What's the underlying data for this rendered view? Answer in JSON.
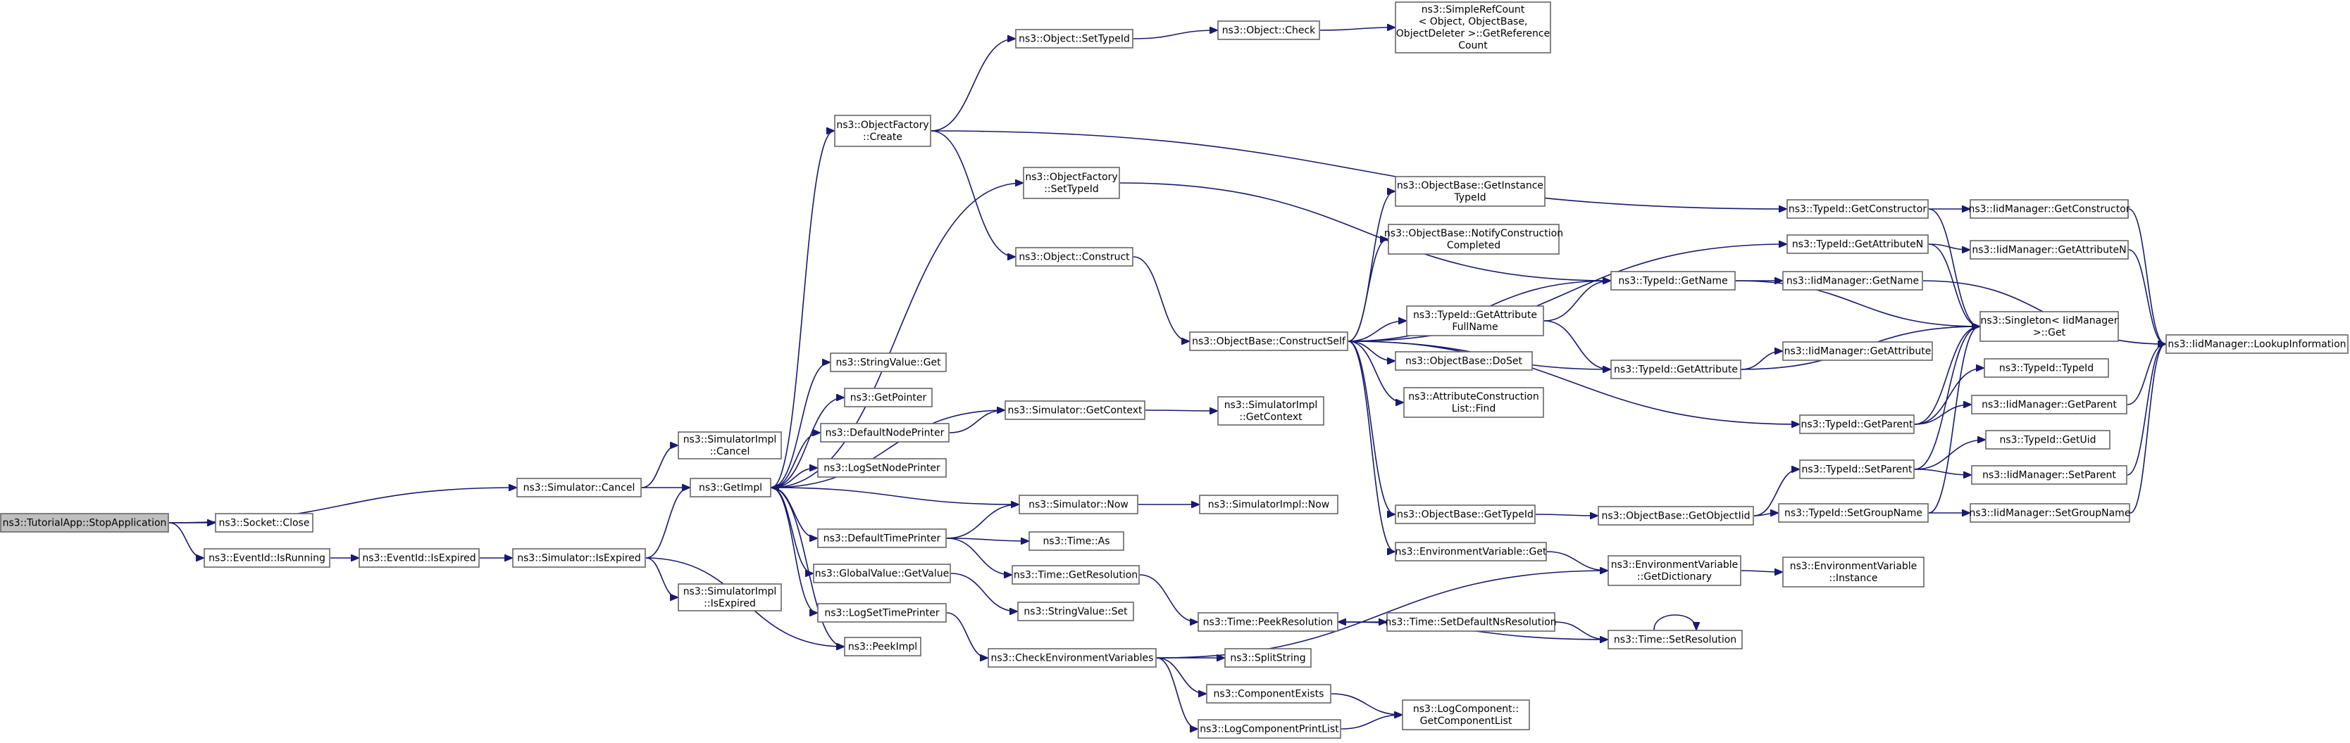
{
  "diagram": {
    "type": "call-graph",
    "root": "ns3::TutorialApp::StopApplication",
    "colors": {
      "edge": "#191970",
      "node_border": "#666666",
      "root_fill": "#bfbfbf",
      "node_fill": "#ffffff"
    },
    "nodes": [
      {
        "id": "stopapp",
        "lines": [
          "ns3::TutorialApp::StopApplication"
        ],
        "root": true
      },
      {
        "id": "socketclose",
        "lines": [
          "ns3::Socket::Close"
        ]
      },
      {
        "id": "eventisrunning",
        "lines": [
          "ns3::EventId::IsRunning"
        ]
      },
      {
        "id": "eventisexpired",
        "lines": [
          "ns3::EventId::IsExpired"
        ]
      },
      {
        "id": "simcancel",
        "lines": [
          "ns3::Simulator::Cancel"
        ]
      },
      {
        "id": "simisexpired",
        "lines": [
          "ns3::Simulator::IsExpired"
        ]
      },
      {
        "id": "simimplcancel",
        "lines": [
          "ns3::SimulatorImpl",
          "::Cancel"
        ]
      },
      {
        "id": "simimplisexpired",
        "lines": [
          "ns3::SimulatorImpl",
          "::IsExpired"
        ]
      },
      {
        "id": "getimpl",
        "lines": [
          "ns3::GetImpl"
        ]
      },
      {
        "id": "peekimpl",
        "lines": [
          "ns3::PeekImpl"
        ]
      },
      {
        "id": "objfactcreate",
        "lines": [
          "ns3::ObjectFactory",
          "::Create"
        ]
      },
      {
        "id": "objfactsettypeid",
        "lines": [
          "ns3::ObjectFactory",
          "::SetTypeId"
        ]
      },
      {
        "id": "stringvalueget",
        "lines": [
          "ns3::StringValue::Get"
        ]
      },
      {
        "id": "getpointer",
        "lines": [
          "ns3::GetPointer"
        ]
      },
      {
        "id": "defaultnodeprinter",
        "lines": [
          "ns3::DefaultNodePrinter"
        ]
      },
      {
        "id": "logsetnodeprinter",
        "lines": [
          "ns3::LogSetNodePrinter"
        ]
      },
      {
        "id": "defaulttimeprinter",
        "lines": [
          "ns3::DefaultTimePrinter"
        ]
      },
      {
        "id": "globalvalueget",
        "lines": [
          "ns3::GlobalValue::GetValue"
        ]
      },
      {
        "id": "logsettimeprinter",
        "lines": [
          "ns3::LogSetTimePrinter"
        ]
      },
      {
        "id": "objsettypeid",
        "lines": [
          "ns3::Object::SetTypeId"
        ]
      },
      {
        "id": "objcheck",
        "lines": [
          "ns3::Object::Check"
        ]
      },
      {
        "id": "simplerefcount",
        "lines": [
          "ns3::SimpleRefCount",
          "< Object, ObjectBase,",
          "ObjectDeleter >::GetReference",
          "Count"
        ]
      },
      {
        "id": "objconstruct",
        "lines": [
          "ns3::Object::Construct"
        ]
      },
      {
        "id": "simgetcontext",
        "lines": [
          "ns3::Simulator::GetContext"
        ]
      },
      {
        "id": "simimplgetcontext",
        "lines": [
          "ns3::SimulatorImpl",
          "::GetContext"
        ]
      },
      {
        "id": "simnow",
        "lines": [
          "ns3::Simulator::Now"
        ]
      },
      {
        "id": "simimplnow",
        "lines": [
          "ns3::SimulatorImpl::Now"
        ]
      },
      {
        "id": "timeas",
        "lines": [
          "ns3::Time::As"
        ]
      },
      {
        "id": "timegetres",
        "lines": [
          "ns3::Time::GetResolution"
        ]
      },
      {
        "id": "stringvalueset",
        "lines": [
          "ns3::StringValue::Set"
        ]
      },
      {
        "id": "checkenvvars",
        "lines": [
          "ns3::CheckEnvironmentVariables"
        ]
      },
      {
        "id": "objbaseconstructself",
        "lines": [
          "ns3::ObjectBase::ConstructSelf"
        ]
      },
      {
        "id": "objbasegetinsttypeid",
        "lines": [
          "ns3::ObjectBase::GetInstance",
          "TypeId"
        ]
      },
      {
        "id": "objbasenotify",
        "lines": [
          "ns3::ObjectBase::NotifyConstruction",
          "Completed"
        ]
      },
      {
        "id": "typeidgetattrfullname",
        "lines": [
          "ns3::TypeId::GetAttribute",
          "FullName"
        ]
      },
      {
        "id": "objbasedoset",
        "lines": [
          "ns3::ObjectBase::DoSet"
        ]
      },
      {
        "id": "attrconstructfind",
        "lines": [
          "ns3::AttributeConstruction",
          "List::Find"
        ]
      },
      {
        "id": "objbasegettypeid",
        "lines": [
          "ns3::ObjectBase::GetTypeId"
        ]
      },
      {
        "id": "envvarget",
        "lines": [
          "ns3::EnvironmentVariable::Get"
        ]
      },
      {
        "id": "timepeekres",
        "lines": [
          "ns3::Time::PeekResolution"
        ]
      },
      {
        "id": "timesetdefault",
        "lines": [
          "ns3::Time::SetDefaultNsResolution"
        ]
      },
      {
        "id": "timesetres",
        "lines": [
          "ns3::Time::SetResolution"
        ]
      },
      {
        "id": "splitstring",
        "lines": [
          "ns3::SplitString"
        ]
      },
      {
        "id": "componentexists",
        "lines": [
          "ns3::ComponentExists"
        ]
      },
      {
        "id": "logcomponentprintlist",
        "lines": [
          "ns3::LogComponentPrintList"
        ]
      },
      {
        "id": "logcomponentgetlist",
        "lines": [
          "ns3::LogComponent::",
          "GetComponentList"
        ]
      },
      {
        "id": "typeidgetname",
        "lines": [
          "ns3::TypeId::GetName"
        ]
      },
      {
        "id": "typeidgetattribute",
        "lines": [
          "ns3::TypeId::GetAttribute"
        ]
      },
      {
        "id": "objbasegetobjectiid",
        "lines": [
          "ns3::ObjectBase::GetObjectIid"
        ]
      },
      {
        "id": "envvargetdict",
        "lines": [
          "ns3::EnvironmentVariable",
          "::GetDictionary"
        ]
      },
      {
        "id": "envvarinstance",
        "lines": [
          "ns3::EnvironmentVariable",
          "::Instance"
        ]
      },
      {
        "id": "typeidgetconstructor",
        "lines": [
          "ns3::TypeId::GetConstructor"
        ]
      },
      {
        "id": "typeidgetattributen",
        "lines": [
          "ns3::TypeId::GetAttributeN"
        ]
      },
      {
        "id": "iidgetname",
        "lines": [
          "ns3::IidManager::GetName"
        ]
      },
      {
        "id": "iidgetattribute",
        "lines": [
          "ns3::IidManager::GetAttribute"
        ]
      },
      {
        "id": "typeidgetparent",
        "lines": [
          "ns3::TypeId::GetParent"
        ]
      },
      {
        "id": "typeidsetparent",
        "lines": [
          "ns3::TypeId::SetParent"
        ]
      },
      {
        "id": "typeidsetgroupname",
        "lines": [
          "ns3::TypeId::SetGroupName"
        ]
      },
      {
        "id": "iidgetconstructor",
        "lines": [
          "ns3::IidManager::GetConstructor"
        ]
      },
      {
        "id": "iidgetattributen",
        "lines": [
          "ns3::IidManager::GetAttributeN"
        ]
      },
      {
        "id": "singletonget",
        "lines": [
          "ns3::Singleton< IidManager",
          ">::Get"
        ]
      },
      {
        "id": "typeidtypeid",
        "lines": [
          "ns3::TypeId::TypeId"
        ]
      },
      {
        "id": "iidgetparent",
        "lines": [
          "ns3::IidManager::GetParent"
        ]
      },
      {
        "id": "typeidgetuid",
        "lines": [
          "ns3::TypeId::GetUid"
        ]
      },
      {
        "id": "iidsetparent",
        "lines": [
          "ns3::IidManager::SetParent"
        ]
      },
      {
        "id": "iidsetgroupname",
        "lines": [
          "ns3::IidManager::SetGroupName"
        ]
      },
      {
        "id": "iidlookup",
        "lines": [
          "ns3::IidManager::LookupInformation"
        ]
      }
    ],
    "edges": [
      [
        "stopapp",
        "socketclose"
      ],
      [
        "stopapp",
        "eventisrunning"
      ],
      [
        "stopapp",
        "simcancel"
      ],
      [
        "eventisrunning",
        "eventisexpired"
      ],
      [
        "eventisexpired",
        "simisexpired"
      ],
      [
        "simcancel",
        "simimplcancel"
      ],
      [
        "simcancel",
        "getimpl"
      ],
      [
        "simisexpired",
        "getimpl"
      ],
      [
        "simisexpired",
        "simimplisexpired"
      ],
      [
        "simisexpired",
        "peekimpl"
      ],
      [
        "getimpl",
        "objfactcreate"
      ],
      [
        "getimpl",
        "objfactsettypeid"
      ],
      [
        "getimpl",
        "stringvalueget"
      ],
      [
        "getimpl",
        "getpointer"
      ],
      [
        "getimpl",
        "defaultnodeprinter"
      ],
      [
        "getimpl",
        "logsetnodeprinter"
      ],
      [
        "getimpl",
        "defaulttimeprinter"
      ],
      [
        "getimpl",
        "globalvalueget"
      ],
      [
        "getimpl",
        "logsettimeprinter"
      ],
      [
        "getimpl",
        "peekimpl"
      ],
      [
        "objfactcreate",
        "objsettypeid"
      ],
      [
        "objfactcreate",
        "objconstruct"
      ],
      [
        "objfactcreate",
        "typeidgetconstructor"
      ],
      [
        "objfactsettypeid",
        "typeidgetname"
      ],
      [
        "objsettypeid",
        "objcheck"
      ],
      [
        "objcheck",
        "simplerefcount"
      ],
      [
        "objconstruct",
        "objbaseconstructself"
      ],
      [
        "defaultnodeprinter",
        "simgetcontext"
      ],
      [
        "simgetcontext",
        "simimplgetcontext"
      ],
      [
        "simgetcontext",
        "getimpl"
      ],
      [
        "simnow",
        "getimpl"
      ],
      [
        "simnow",
        "simimplnow"
      ],
      [
        "defaulttimeprinter",
        "simnow"
      ],
      [
        "defaulttimeprinter",
        "timeas"
      ],
      [
        "defaulttimeprinter",
        "timegetres"
      ],
      [
        "globalvalueget",
        "stringvalueset"
      ],
      [
        "timegetres",
        "timepeekres"
      ],
      [
        "logsettimeprinter",
        "checkenvvars"
      ],
      [
        "checkenvvars",
        "envvargetdict"
      ],
      [
        "checkenvvars",
        "splitstring"
      ],
      [
        "checkenvvars",
        "componentexists"
      ],
      [
        "checkenvvars",
        "logcomponentprintlist"
      ],
      [
        "componentexists",
        "logcomponentgetlist"
      ],
      [
        "logcomponentprintlist",
        "logcomponentgetlist"
      ],
      [
        "objbaseconstructself",
        "objbasegetinsttypeid"
      ],
      [
        "objbaseconstructself",
        "objbasenotify"
      ],
      [
        "objbaseconstructself",
        "typeidgetname"
      ],
      [
        "objbaseconstructself",
        "typeidgetattrfullname"
      ],
      [
        "objbaseconstructself",
        "objbasedoset"
      ],
      [
        "objbaseconstructself",
        "attrconstructfind"
      ],
      [
        "objbaseconstructself",
        "typeidgetattribute"
      ],
      [
        "objbaseconstructself",
        "typeidgetparent"
      ],
      [
        "objbaseconstructself",
        "objbasegettypeid"
      ],
      [
        "objbaseconstructself",
        "envvarget"
      ],
      [
        "objbaseconstructself",
        "typeidgetattributen"
      ],
      [
        "typeidgetattrfullname",
        "typeidgetname"
      ],
      [
        "typeidgetattrfullname",
        "typeidgetattribute"
      ],
      [
        "objbasegettypeid",
        "objbasegetobjectiid"
      ],
      [
        "envvarget",
        "envvargetdict"
      ],
      [
        "envvargetdict",
        "envvarinstance"
      ],
      [
        "timepeekres",
        "timesetdefault"
      ],
      [
        "timesetdefault",
        "timesetres"
      ],
      [
        "timesetres",
        "timepeekres"
      ],
      [
        "timesetres",
        "timesetres"
      ],
      [
        "typeidgetname",
        "iidgetname"
      ],
      [
        "typeidgetname",
        "singletonget"
      ],
      [
        "typeidgetattribute",
        "iidgetattribute"
      ],
      [
        "typeidgetattribute",
        "singletonget"
      ],
      [
        "objbasegetobjectiid",
        "typeidsetparent"
      ],
      [
        "objbasegetobjectiid",
        "typeidsetgroupname"
      ],
      [
        "typeidgetconstructor",
        "iidgetconstructor"
      ],
      [
        "typeidgetconstructor",
        "singletonget"
      ],
      [
        "typeidgetattributen",
        "iidgetattributen"
      ],
      [
        "typeidgetattributen",
        "singletonget"
      ],
      [
        "typeidgetparent",
        "singletonget"
      ],
      [
        "typeidgetparent",
        "typeidtypeid"
      ],
      [
        "typeidgetparent",
        "iidgetparent"
      ],
      [
        "typeidsetparent",
        "singletonget"
      ],
      [
        "typeidsetparent",
        "typeidgetuid"
      ],
      [
        "typeidsetparent",
        "iidsetparent"
      ],
      [
        "typeidsetgroupname",
        "singletonget"
      ],
      [
        "typeidsetgroupname",
        "iidsetgroupname"
      ],
      [
        "iidgetconstructor",
        "iidlookup"
      ],
      [
        "iidgetattributen",
        "iidlookup"
      ],
      [
        "iidgetname",
        "iidlookup"
      ],
      [
        "iidgetparent",
        "iidlookup"
      ],
      [
        "iidsetparent",
        "iidlookup"
      ],
      [
        "iidsetgroupname",
        "iidlookup"
      ]
    ]
  }
}
